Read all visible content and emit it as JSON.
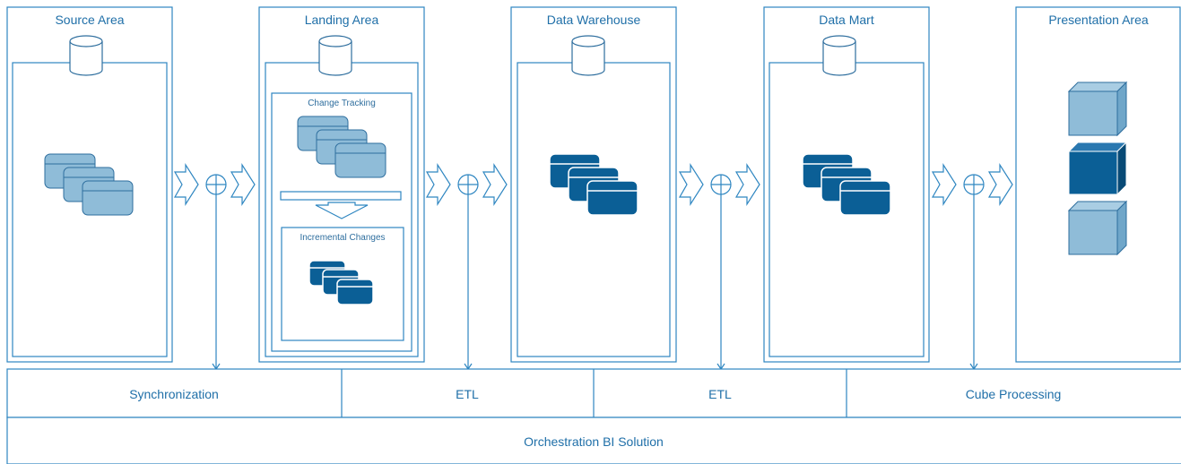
{
  "areas": [
    {
      "title": "Source Area"
    },
    {
      "title": "Landing Area"
    },
    {
      "title": "Data Warehouse"
    },
    {
      "title": "Data Mart"
    },
    {
      "title": "Presentation Area"
    }
  ],
  "landing": {
    "change_tracking": "Change Tracking",
    "incremental_changes": "Incremental Changes"
  },
  "processes": [
    {
      "label": "Synchronization"
    },
    {
      "label": "ETL"
    },
    {
      "label": "ETL"
    },
    {
      "label": "Cube Processing"
    }
  ],
  "orchestration": {
    "label": "Orchestration BI Solution"
  },
  "colors": {
    "line": "#2e86c1",
    "table_light": "#8fbcd8",
    "table_light_header": "#a9cde3",
    "table_dark": "#0b5f96",
    "cube_light": "#8fbcd8",
    "cube_dark": "#0b5f96"
  }
}
